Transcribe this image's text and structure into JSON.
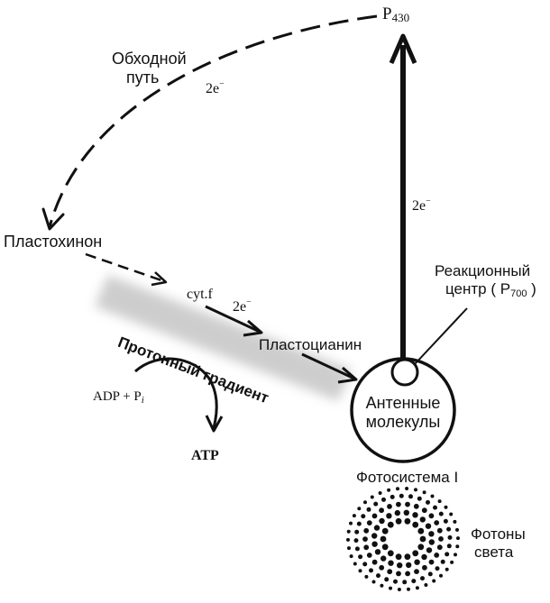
{
  "diagram": {
    "p430": {
      "main": "P",
      "sub": "430"
    },
    "bypass_label": {
      "line1": "Обходной",
      "line2": "путь"
    },
    "electron_top": {
      "main": "2e",
      "sup": "−"
    },
    "electron_vertical": {
      "main": "2e",
      "sup": "−"
    },
    "electron_mid": {
      "main": "2e",
      "sup": "−"
    },
    "plastoquinone": "Пластохинон",
    "cytf": "cyt.f",
    "plastocyanin": "Пластоцианин",
    "reaction_center": {
      "line1": "Реакционный",
      "line2_main": "центр ( P",
      "line2_sub": "700",
      "line2_end": " )"
    },
    "proton_gradient": "Протонный градиент",
    "adp": {
      "main": "ADP + P",
      "sub": "i"
    },
    "atp": "ATP",
    "antenna": {
      "line1": "Антенные",
      "line2": "молекулы"
    },
    "photosystem": "Фотосистема I",
    "photons": {
      "line1": "Фотоны",
      "line2": "света"
    }
  },
  "colors": {
    "ink": "#111111",
    "gradient": "#bdbdbd"
  }
}
